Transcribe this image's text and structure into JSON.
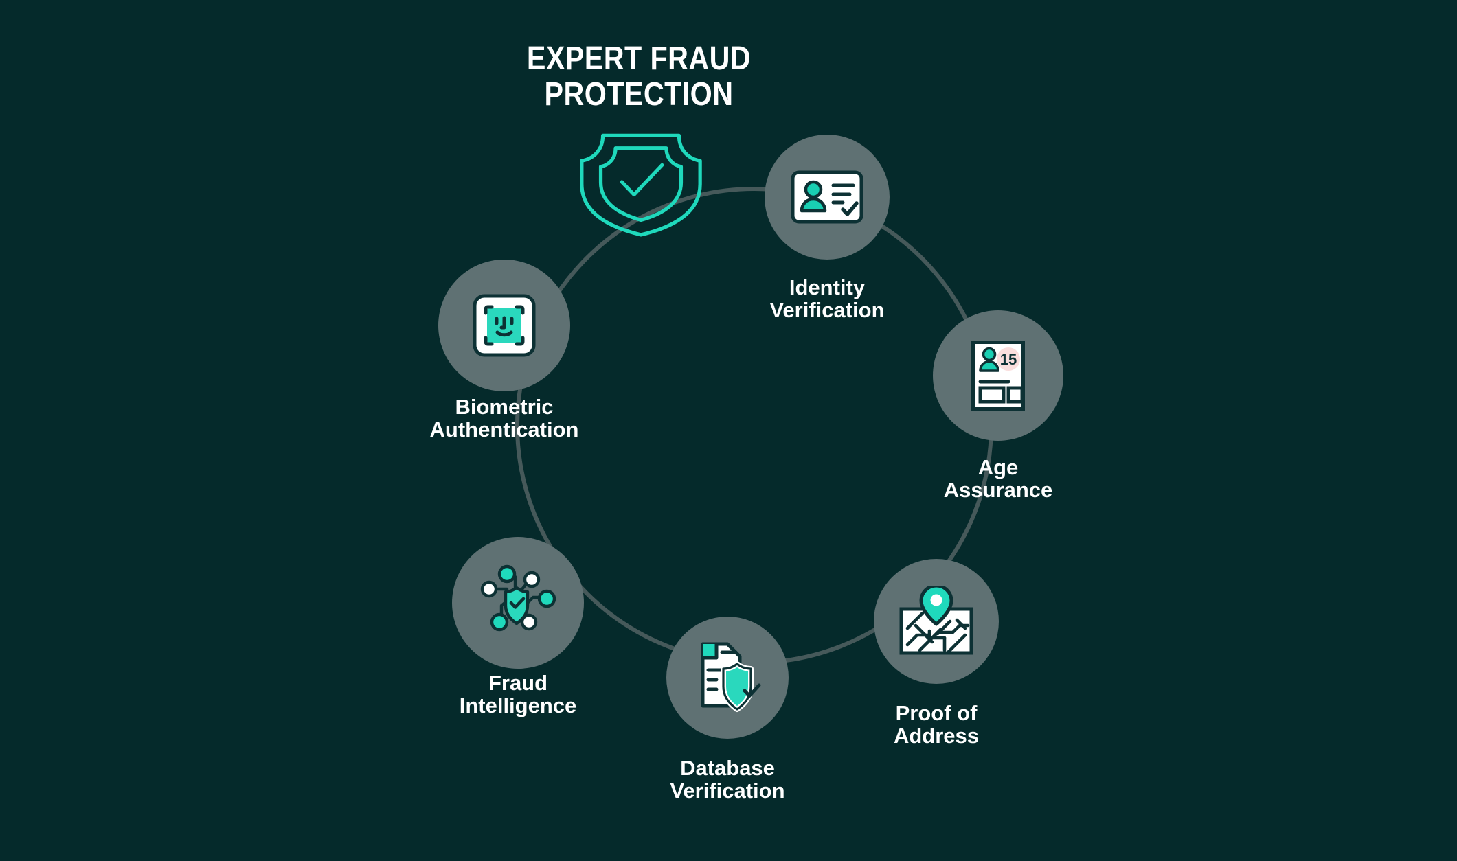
{
  "background_color": "#052a2b",
  "accent_color": "#1fd9bc",
  "node_circle_color": "#5f7173",
  "arc_color": "#46595a",
  "text_color": "#ffffff",
  "header": {
    "title_line1": "EXPERT FRAUD",
    "title_line2": "PROTECTION",
    "title_full": "EXPERT FRAUD PROTECTION"
  },
  "center_icon": {
    "name": "shield-check-icon",
    "color": "#1fd9bc"
  },
  "nodes": [
    {
      "id": "identity-verification",
      "label_line1": "Identity",
      "label_line2": "Verification",
      "icon": "id-card-check-icon"
    },
    {
      "id": "age-assurance",
      "label_line1": "Age",
      "label_line2": "Assurance",
      "icon": "age-document-15-icon",
      "icon_badge_text": "15"
    },
    {
      "id": "proof-of-address",
      "label_line1": "Proof of",
      "label_line2": "Address",
      "icon": "map-pin-icon"
    },
    {
      "id": "database-verification",
      "label_line1": "Database",
      "label_line2": "Verification",
      "icon": "document-shield-icon"
    },
    {
      "id": "fraud-intelligence",
      "label_line1": "Fraud",
      "label_line2": "Intelligence",
      "icon": "network-shield-icon"
    },
    {
      "id": "biometric-authentication",
      "label_line1": "Biometric",
      "label_line2": "Authentication",
      "icon": "face-scan-icon"
    }
  ]
}
